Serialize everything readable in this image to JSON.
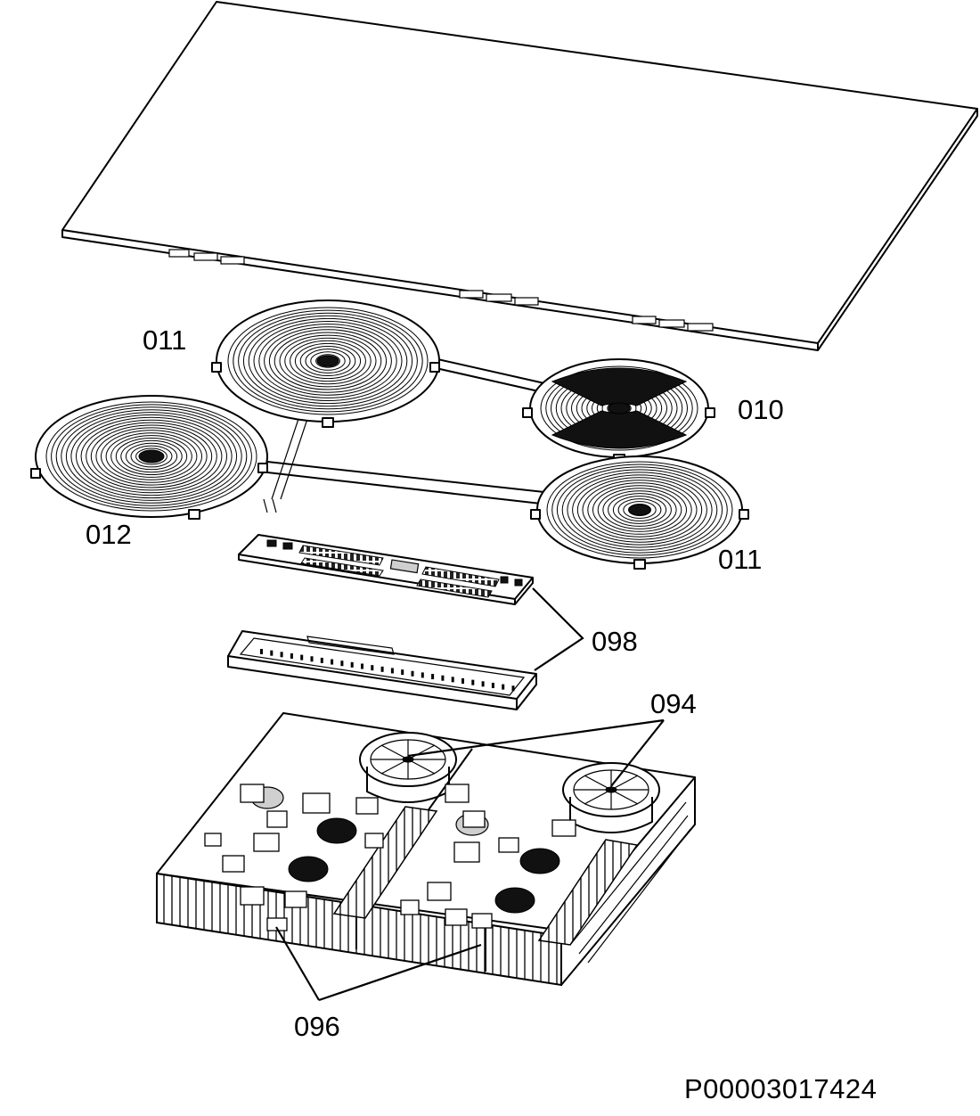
{
  "labels": {
    "zone_011_top": "011",
    "zone_010": "010",
    "zone_012": "012",
    "zone_011_bottom": "011",
    "part_098": "098",
    "part_094": "094",
    "part_096": "096"
  },
  "drawing_code": "P00003017424"
}
